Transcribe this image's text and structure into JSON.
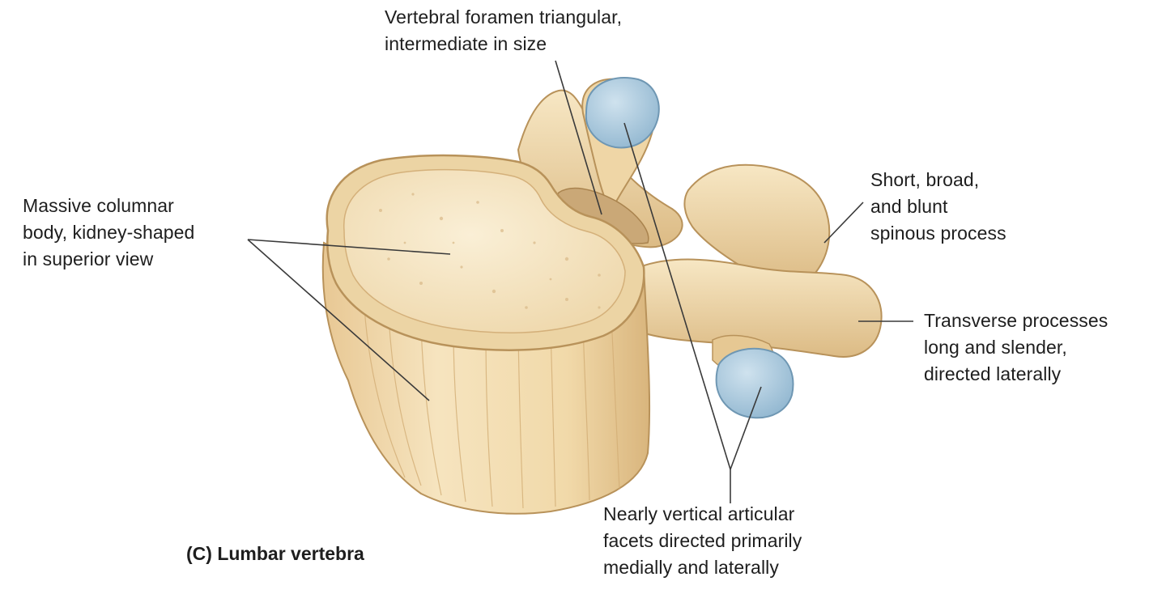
{
  "figure": {
    "caption": "(C) Lumbar vertebra",
    "colors": {
      "bone_fill": "#f3dfb6",
      "bone_light": "#f9edd0",
      "bone_shadow": "#d9b57d",
      "bone_outline": "#b8925a",
      "facet_fill": "#a9c9de",
      "facet_outline": "#6f97b3",
      "leader_line": "#3a3a3a"
    },
    "labels": {
      "foramen": {
        "lines": [
          "Vertebral foramen triangular,",
          "intermediate in size"
        ]
      },
      "body": {
        "lines": [
          "Massive columnar",
          "body, kidney-shaped",
          "in superior view"
        ]
      },
      "spinous": {
        "lines": [
          "Short, broad,",
          "and blunt",
          "spinous process"
        ]
      },
      "transverse": {
        "lines": [
          "Transverse processes",
          "long and slender,",
          "directed laterally"
        ]
      },
      "facets": {
        "lines": [
          "Nearly vertical articular",
          "facets directed primarily",
          "medially and laterally"
        ]
      }
    }
  }
}
